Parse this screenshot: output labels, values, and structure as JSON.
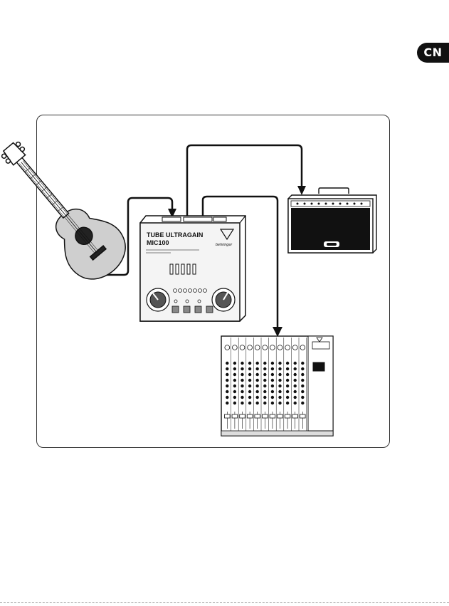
{
  "badge": {
    "label": "CN"
  },
  "device": {
    "title_line1": "TUBE ULTRAGAIN",
    "title_line2": "MIC100",
    "brand": "behringer"
  },
  "colors": {
    "ink": "#111111",
    "panel": "#f4f4f4",
    "badge_bg": "#111111"
  },
  "icons": [
    "acoustic-guitar-icon",
    "guitar-amplifier-icon",
    "mixing-console-icon",
    "preamp-device-icon"
  ]
}
